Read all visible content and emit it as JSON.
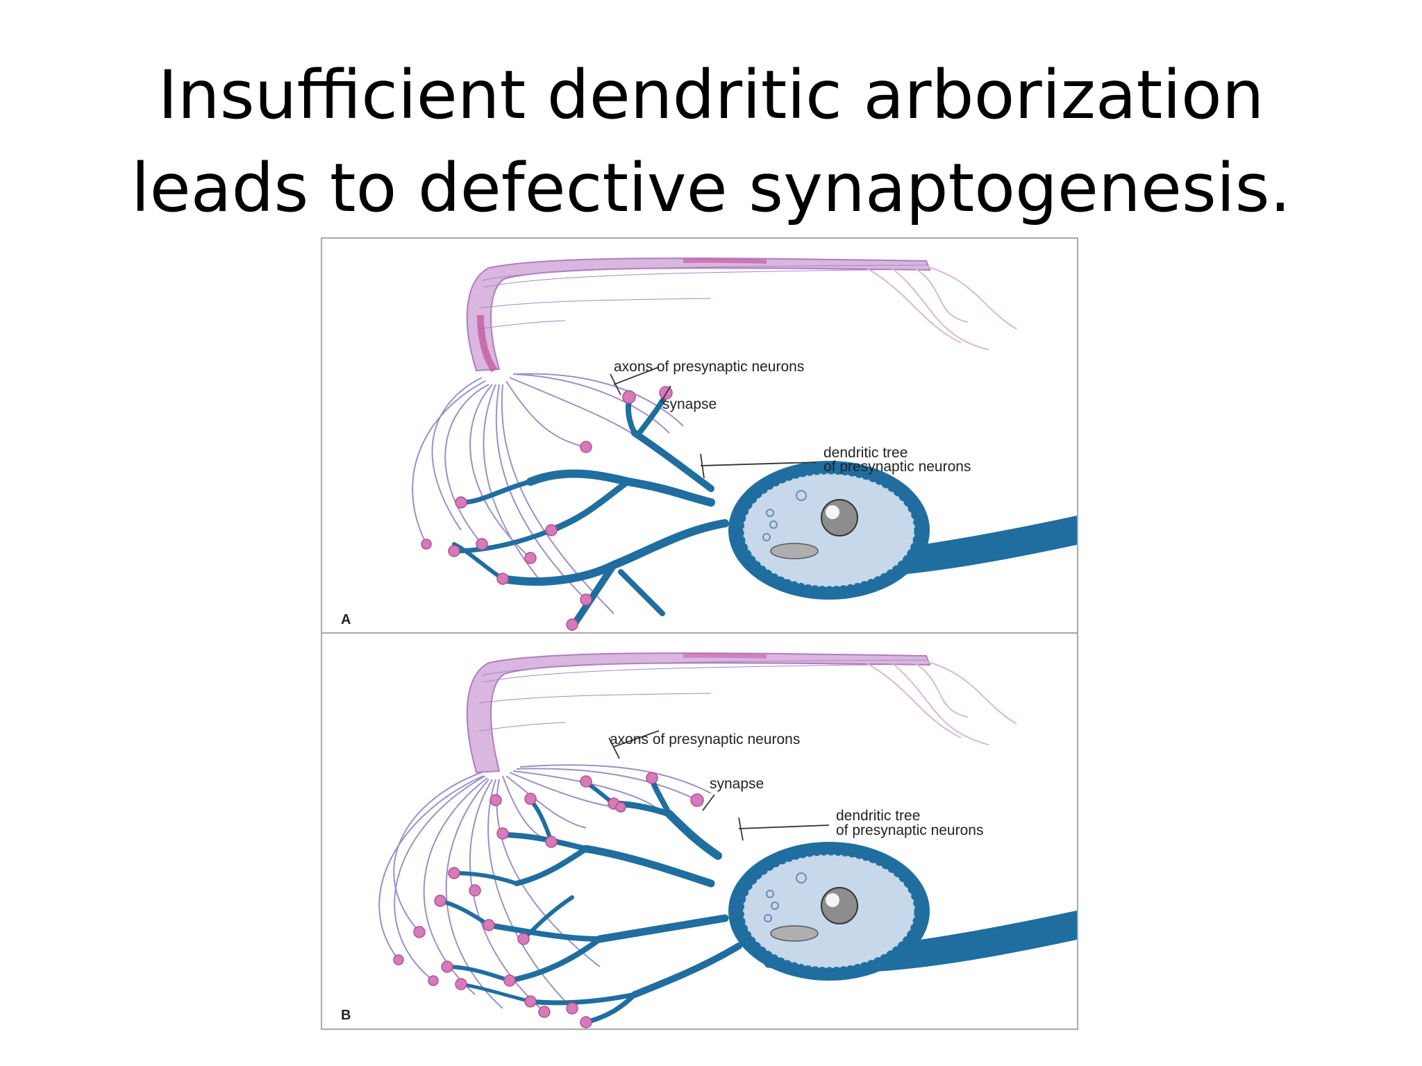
{
  "slide": {
    "title_line1": "Insufficient  dendritic arborization",
    "title_line2": "leads to defective synaptogenesis."
  },
  "figure": {
    "panel_a": {
      "letter": "A",
      "axons_label": "axons of presynaptic neurons",
      "synapse_label": "synapse",
      "dendritic_label_line1": "dendritic tree",
      "dendritic_label_line2": "of presynaptic neurons"
    },
    "panel_b": {
      "letter": "B",
      "axons_label": "axons of presynaptic neurons",
      "synapse_label": "synapse",
      "dendritic_label_line1": "dendritic tree",
      "dendritic_label_line2": "of presynaptic neurons"
    }
  },
  "colors": {
    "dendrite_blue": "#1f6e9f",
    "soma_fill": "#c7d8ea",
    "axon_purple": "#9d8fc8",
    "synapse_pink": "#d77bb8",
    "bundle_pink": "#c96aa8"
  }
}
